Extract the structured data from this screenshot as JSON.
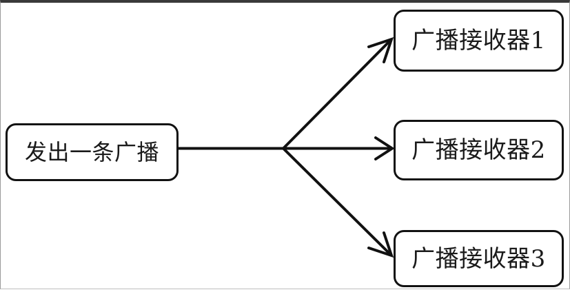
{
  "diagram": {
    "title": "broadcast-fanout-diagram",
    "background_color": "#ffffff",
    "frame_color": "#3a3a3a",
    "stroke_color": "#111111",
    "source": {
      "id": "source",
      "label": "发出一条广播"
    },
    "receivers": [
      {
        "id": "receiver-1",
        "label": "广播接收器1"
      },
      {
        "id": "receiver-2",
        "label": "广播接收器2"
      },
      {
        "id": "receiver-3",
        "label": "广播接收器3"
      }
    ],
    "connectors": [
      {
        "id": "trunk",
        "from": "source",
        "to": "junction",
        "arrowhead": false
      },
      {
        "id": "branch-1",
        "from": "junction",
        "to": "receiver-1",
        "arrowhead": true
      },
      {
        "id": "branch-2",
        "from": "junction",
        "to": "receiver-2",
        "arrowhead": true
      },
      {
        "id": "branch-3",
        "from": "junction",
        "to": "receiver-3",
        "arrowhead": true
      }
    ]
  }
}
